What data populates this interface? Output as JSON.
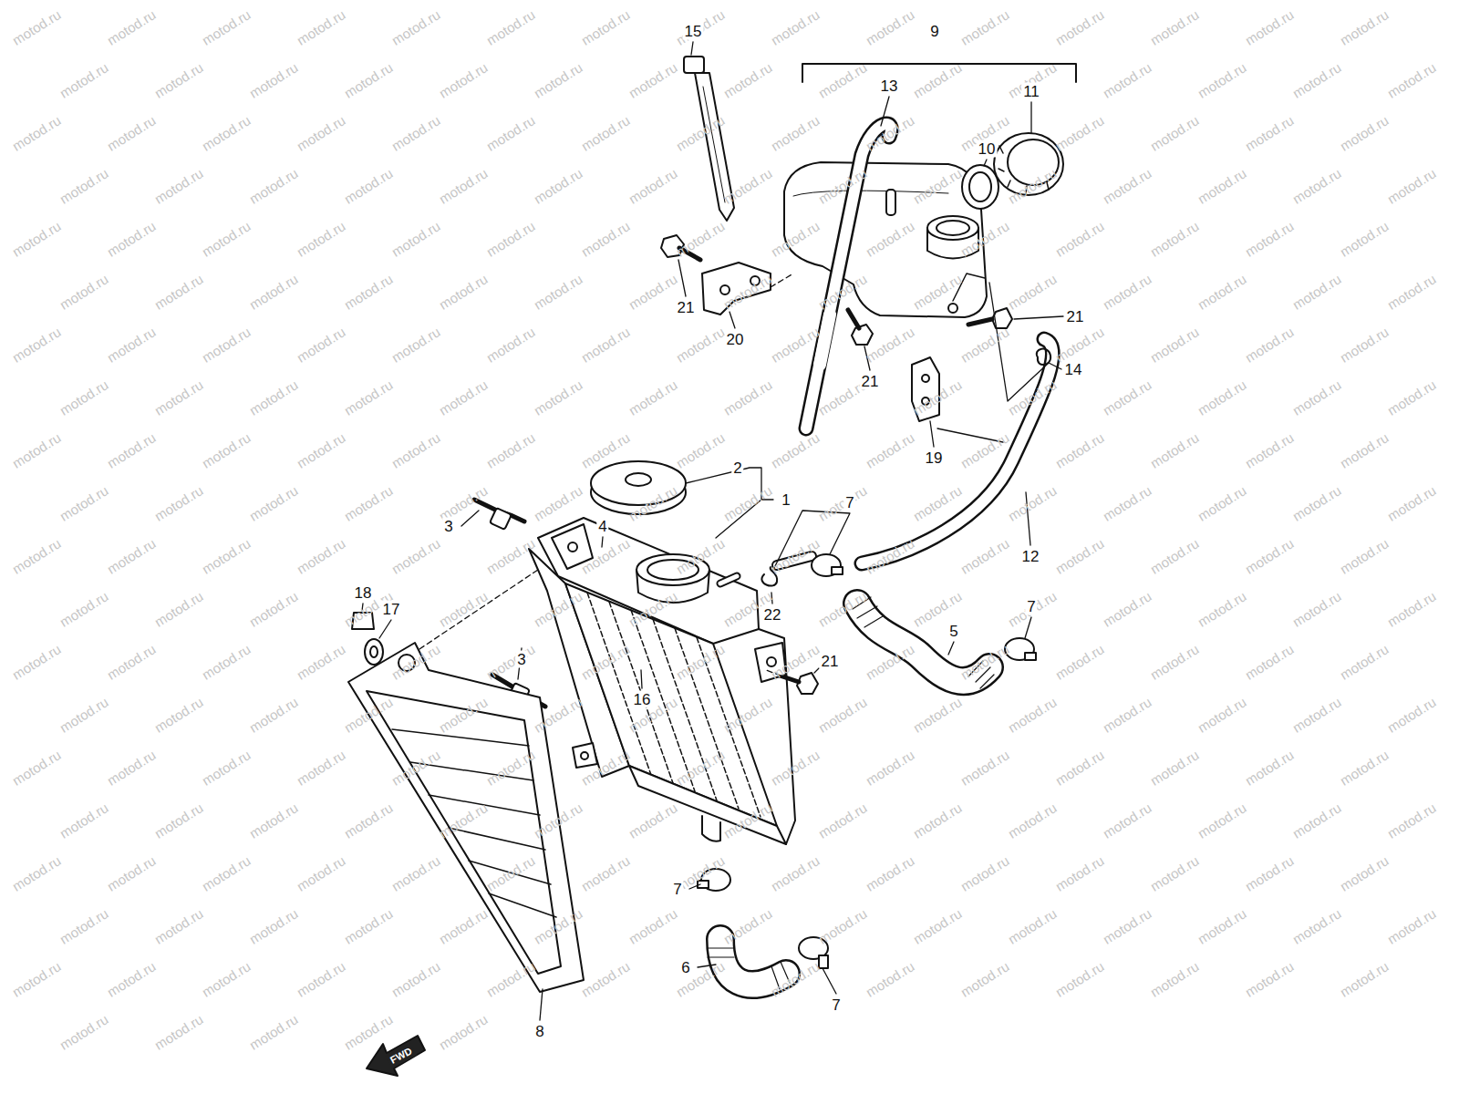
{
  "diagram": {
    "labels": [
      "15",
      "9",
      "13",
      "11",
      "10",
      "21",
      "21",
      "20",
      "14",
      "21",
      "19",
      "2",
      "1",
      "7",
      "3",
      "4",
      "12",
      "18",
      "7",
      "17",
      "22",
      "5",
      "3",
      "21",
      "16",
      "7",
      "6",
      "7",
      "8",
      "FWD",
      "motod.ru",
      "motod.ru",
      "motod.ru",
      "motod.ru",
      "motod.ru",
      "motod.ru",
      "motod.ru",
      "motod.ru",
      "motod.ru",
      "motod.ru",
      "motod.ru",
      "motod.ru",
      "motod.ru",
      "motod.ru",
      "motod.ru",
      "motod.ru",
      "motod.ru",
      "motod.ru",
      "motod.ru",
      "motod.ru",
      "motod.ru",
      "motod.ru",
      "motod.ru",
      "motod.ru",
      "motod.ru",
      "motod.ru",
      "motod.ru",
      "motod.ru",
      "motod.ru",
      "motod.ru",
      "motod.ru",
      "motod.ru",
      "motod.ru",
      "motod.ru",
      "motod.ru",
      "motod.ru",
      "motod.ru",
      "motod.ru",
      "motod.ru",
      "motod.ru",
      "motod.ru",
      "motod.ru",
      "motod.ru",
      "motod.ru",
      "motod.ru",
      "motod.ru",
      "motod.ru",
      "motod.ru",
      "motod.ru",
      "motod.ru",
      "motod.ru",
      "motod.ru",
      "motod.ru",
      "motod.ru",
      "motod.ru",
      "motod.ru",
      "motod.ru",
      "motod.ru",
      "motod.ru",
      "motod.ru",
      "motod.ru",
      "motod.ru",
      "motod.ru",
      "motod.ru",
      "motod.ru",
      "motod.ru",
      "motod.ru",
      "motod.ru",
      "motod.ru",
      "motod.ru",
      "motod.ru",
      "motod.ru",
      "motod.ru",
      "motod.ru",
      "motod.ru",
      "motod.ru",
      "motod.ru",
      "motod.ru",
      "motod.ru",
      "motod.ru",
      "motod.ru",
      "motod.ru",
      "motod.ru",
      "motod.ru",
      "motod.ru",
      "motod.ru",
      "motod.ru",
      "motod.ru",
      "motod.ru",
      "motod.ru",
      "motod.ru",
      "motod.ru",
      "motod.ru",
      "motod.ru",
      "motod.ru",
      "motod.ru",
      "motod.ru",
      "motod.ru",
      "motod.ru",
      "motod.ru",
      "motod.ru",
      "motod.ru",
      "motod.ru",
      "motod.ru",
      "motod.ru",
      "motod.ru",
      "motod.ru",
      "motod.ru",
      "motod.ru",
      "motod.ru",
      "motod.ru",
      "motod.ru",
      "motod.ru",
      "motod.ru",
      "motod.ru",
      "motod.ru",
      "motod.ru",
      "motod.ru",
      "motod.ru",
      "motod.ru",
      "motod.ru",
      "motod.ru",
      "motod.ru",
      "motod.ru",
      "motod.ru",
      "motod.ru",
      "motod.ru",
      "motod.ru",
      "motod.ru",
      "motod.ru",
      "motod.ru",
      "motod.ru",
      "motod.ru",
      "motod.ru",
      "motod.ru",
      "motod.ru",
      "motod.ru",
      "motod.ru",
      "motod.ru",
      "motod.ru",
      "motod.ru",
      "motod.ru",
      "motod.ru",
      "motod.ru",
      "motod.ru",
      "motod.ru",
      "motod.ru",
      "motod.ru",
      "motod.ru",
      "motod.ru",
      "motod.ru",
      "motod.ru",
      "motod.ru",
      "motod.ru",
      "motod.ru",
      "motod.ru",
      "motod.ru",
      "motod.ru",
      "motod.ru",
      "motod.ru",
      "motod.ru",
      "motod.ru",
      "motod.ru",
      "motod.ru",
      "motod.ru",
      "motod.ru",
      "motod.ru",
      "motod.ru",
      "motod.ru",
      "motod.ru",
      "motod.ru",
      "motod.ru",
      "motod.ru",
      "motod.ru",
      "motod.ru",
      "motod.ru",
      "motod.ru",
      "motod.ru",
      "motod.ru",
      "motod.ru",
      "motod.ru",
      "motod.ru",
      "motod.ru",
      "motod.ru",
      "motod.ru",
      "motod.ru",
      "motod.ru",
      "motod.ru",
      "motod.ru",
      "motod.ru",
      "motod.ru",
      "motod.ru",
      "motod.ru",
      "motod.ru",
      "motod.ru",
      "motod.ru",
      "motod.ru",
      "motod.ru",
      "motod.ru",
      "motod.ru",
      "motod.ru",
      "motod.ru",
      "motod.ru",
      "motod.ru",
      "motod.ru",
      "motod.ru",
      "motod.ru",
      "motod.ru",
      "motod.ru",
      "motod.ru",
      "motod.ru",
      "motod.ru",
      "motod.ru",
      "motod.ru",
      "motod.ru",
      "motod.ru",
      "motod.ru",
      "motod.ru",
      "motod.ru",
      "motod.ru",
      "motod.ru",
      "motod.ru",
      "motod.ru",
      "motod.ru",
      "motod.ru",
      "motod.ru",
      "motod.ru",
      "motod.ru",
      "motod.ru",
      "motod.ru",
      "motod.ru",
      "motod.ru",
      "motod.ru",
      "motod.ru",
      "motod.ru",
      "motod.ru",
      "motod.ru",
      "motod.ru",
      "motod.ru",
      "motod.ru",
      "motod.ru",
      "motod.ru",
      "motod.ru",
      "motod.ru",
      "motod.ru",
      "motod.ru",
      "motod.ru",
      "motod.ru",
      "motod.ru",
      "motod.ru",
      "motod.ru",
      "motod.ru",
      "motod.ru",
      "motod.ru",
      "motod.ru",
      "motod.ru",
      "motod.ru",
      "motod.ru",
      "motod.ru",
      "motod.ru",
      "motod.ru",
      "motod.ru",
      "motod.ru",
      "motod.ru",
      "motod.ru",
      "motod.ru",
      "motod.ru",
      "motod.ru",
      "motod.ru",
      "motod.ru",
      "motod.ru",
      "motod.ru",
      "motod.ru",
      "motod.ru",
      "motod.ru",
      "motod.ru",
      "motod.ru",
      "motod.ru",
      "motod.ru",
      "motod.ru",
      "motod.ru",
      "motod.ru",
      "motod.ru",
      "motod.ru",
      "motod.ru",
      "motod.ru",
      "motod.ru",
      "motod.ru",
      "motod.ru",
      "motod.ru"
    ]
  }
}
